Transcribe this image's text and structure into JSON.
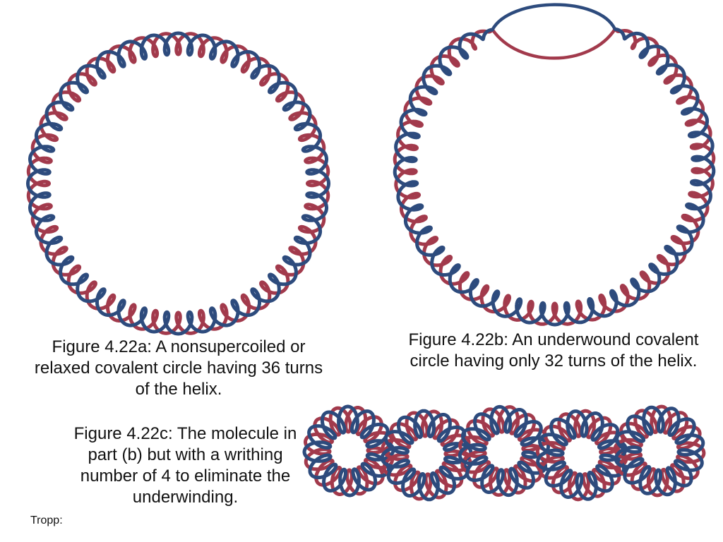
{
  "page": {
    "background": "#ffffff"
  },
  "colors": {
    "strand_blue": "#2d4b7d",
    "strand_red": "#a23a4c",
    "text": "#111111"
  },
  "figures": {
    "a": {
      "caption": "Figure 4.22a: A nonsupercoiled or\nrelaxed covalent circle having 36 turns\nof the helix.",
      "type": "relaxed covalent circle",
      "helix_turns": 36
    },
    "b": {
      "caption": "Figure 4.22b: An underwound covalent\ncircle having only 32 turns of the helix.",
      "type": "underwound covalent circle with denatured bubble",
      "helix_turns": 32
    },
    "c": {
      "caption": "Figure 4.22c: The molecule in\npart (b) but with a writhing\nnumber of 4 to eliminate the\nunderwinding.",
      "type": "supercoiled (writhed) molecule",
      "writhing_number": 4,
      "coil_lobes": 5,
      "twists_per_lobe": 12
    }
  },
  "footer": {
    "label": "Tropp:"
  }
}
